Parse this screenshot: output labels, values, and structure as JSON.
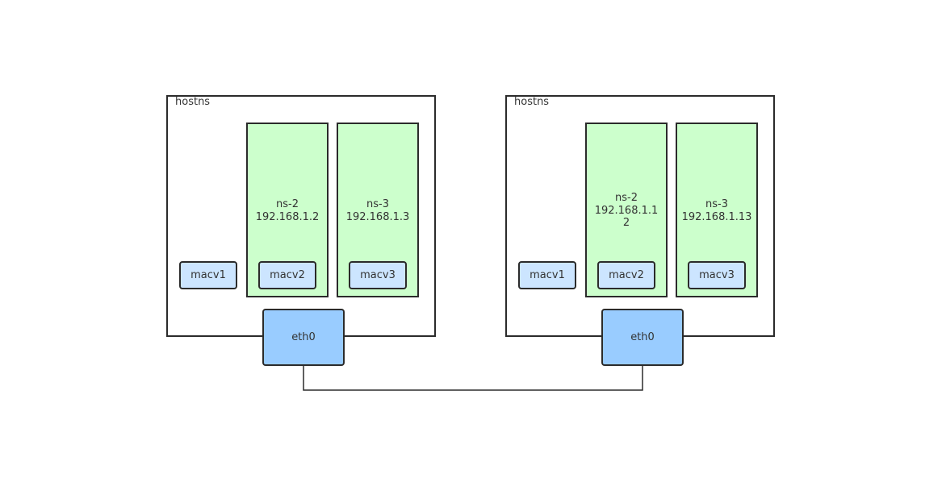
{
  "diagram": {
    "colors": {
      "border": "#2b2b2b",
      "namespace_fill": "#ccffcc",
      "macvlan_fill": "#cce5ff",
      "eth_fill": "#99ccff",
      "background": "#ffffff"
    },
    "hosts": [
      {
        "label": "hostns",
        "macv1": "macv1",
        "ns2": {
          "name": "ns-2",
          "ip": "192.168.1.2",
          "macv": "macv2"
        },
        "ns3": {
          "name": "ns-3",
          "ip": "192.168.1.3",
          "macv": "macv3"
        },
        "eth": "eth0"
      },
      {
        "label": "hostns",
        "macv1": "macv1",
        "ns2": {
          "name": "ns-2",
          "ip": "192.168.1.12",
          "macv": "macv2"
        },
        "ns3": {
          "name": "ns-3",
          "ip": "192.168.1.13",
          "macv": "macv3"
        },
        "eth": "eth0"
      }
    ]
  }
}
